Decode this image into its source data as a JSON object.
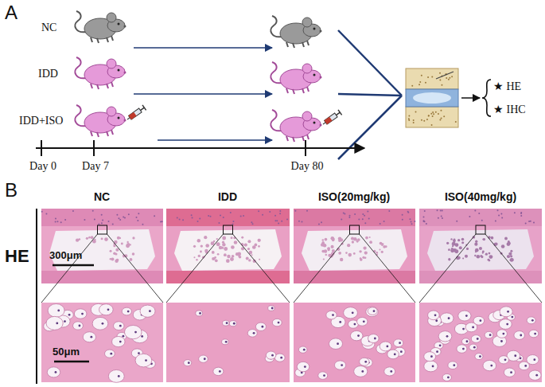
{
  "diagram": {
    "labels": [
      "A",
      "NC",
      "IDD",
      "IDD+ISO",
      "Day 0",
      "Day 7",
      "Day 80",
      "★ HE",
      "★ IHC",
      "B",
      "NC",
      "IDD",
      "ISO(20mg/kg)",
      "ISO(40mg/kg)",
      "HE",
      "300μm",
      "50μm"
    ]
  }
}
